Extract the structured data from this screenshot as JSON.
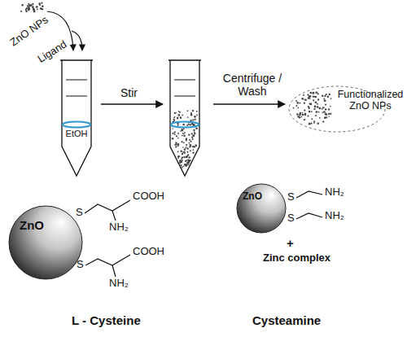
{
  "diagram": {
    "nodes": [
      {
        "text": [
          "EtOH"
        ]
      },
      {
        "text": [
          "Functionalized ZnO NPs"
        ]
      },
      {
        "text": [
          "ZnO"
        ]
      },
      {
        "text": [
          "ZnO"
        ]
      }
    ],
    "labels": [
      "ZnO NPs",
      "Ligand",
      "Stir",
      "Centrifuge / Wash",
      "S",
      "COOH",
      "NH₂",
      "S",
      "COOH",
      "NH₂",
      "L - Cysteine",
      "S",
      "S",
      "NH₂",
      "NH₂",
      "+",
      "Zinc complex",
      "Cysteamine"
    ]
  }
}
